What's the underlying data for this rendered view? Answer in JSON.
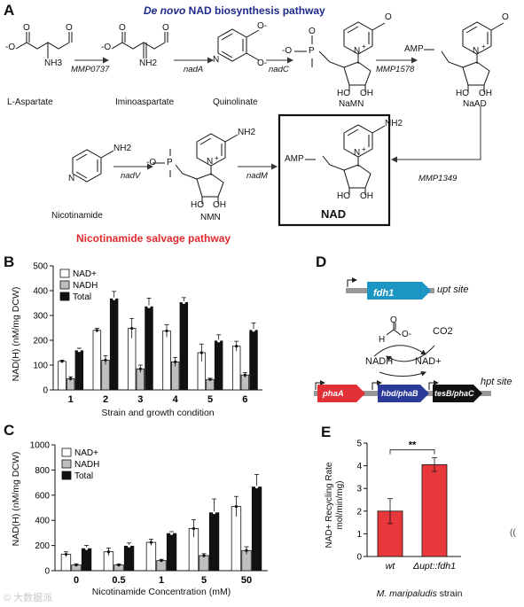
{
  "panel_a": {
    "label": "A",
    "title_italic": "De novo",
    "title_rest": " NAD biosynthesis pathway",
    "salvage_title": "Nicotinamide salvage pathway",
    "compounds": [
      "L-Aspartate",
      "Iminoaspartate",
      "Quinolinate",
      "NaMN",
      "NaAD",
      "Nicotinamide",
      "NMN",
      "NAD"
    ],
    "enzymes": [
      "MMP0737",
      "nadA",
      "nadC",
      "MMP1578",
      "MMP1349",
      "nadV",
      "nadM"
    ],
    "atoms": {
      "o_minus": "-O",
      "o": "O",
      "nh3": "NH3",
      "nh2": "NH2",
      "n": "N",
      "p": "P",
      "o_minus_r": "O-",
      "oh": "OH",
      "ho": "HO",
      "amp": "AMP",
      "plus": "+",
      "plus_sign": "+"
    }
  },
  "panel_b": {
    "label": "B",
    "y_label": "NAD(H) (nM/mg DCW)",
    "x_label": "Strain and growth condition",
    "legend": [
      "NAD+",
      "NADH",
      "Total"
    ]
  },
  "panel_c": {
    "label": "C",
    "y_label": "NAD(H) (nM/mg DCW)",
    "x_label": "Nicotinamide Concentration (mM)",
    "legend": [
      "NAD+",
      "NADH",
      "Total"
    ]
  },
  "panel_d": {
    "label": "D",
    "genes": [
      "fdh1",
      "phaA",
      "hbd/phaB",
      "tesB/phaC"
    ],
    "sites": [
      "upt site",
      "hpt site"
    ],
    "species": [
      "NADH",
      "NAD+",
      "CO2"
    ],
    "formate": {
      "h": "H",
      "o": "O",
      "o_minus": "O-"
    }
  },
  "panel_e": {
    "label": "E",
    "y_label_line1": "NAD+ Recycling Rate",
    "y_label_line2": "mol/min/mg)",
    "x_label_italic": "M. maripaludis",
    "x_label_rest": " strain",
    "significance": "**",
    "side_mark": "(("
  },
  "watermark": "© 大数据派",
  "chart_data": [
    {
      "type": "bar",
      "panel": "B",
      "categories": [
        "1",
        "2",
        "3",
        "4",
        "5",
        "6"
      ],
      "series": [
        {
          "name": "NAD+",
          "values": [
            115,
            240,
            248,
            238,
            150,
            176
          ]
        },
        {
          "name": "NADH",
          "values": [
            45,
            120,
            85,
            113,
            42,
            60
          ]
        },
        {
          "name": "Total",
          "values": [
            158,
            367,
            335,
            352,
            197,
            240
          ]
        }
      ],
      "errors": [
        [
          5,
          8,
          40,
          25,
          35,
          20
        ],
        [
          8,
          18,
          15,
          18,
          5,
          10
        ],
        [
          10,
          30,
          35,
          20,
          25,
          30
        ]
      ],
      "ylim": [
        0,
        500
      ],
      "yticks": [
        0,
        100,
        200,
        300,
        400,
        500
      ],
      "legend_position": "top-left"
    },
    {
      "type": "bar",
      "panel": "C",
      "categories": [
        "0",
        "0.5",
        "1",
        "5",
        "50"
      ],
      "series": [
        {
          "name": "NAD+",
          "values": [
            130,
            150,
            225,
            335,
            510
          ]
        },
        {
          "name": "NADH",
          "values": [
            45,
            45,
            80,
            120,
            160
          ]
        },
        {
          "name": "Total",
          "values": [
            175,
            195,
            295,
            460,
            665
          ]
        }
      ],
      "errors": [
        [
          20,
          30,
          25,
          70,
          80
        ],
        [
          10,
          8,
          10,
          15,
          30
        ],
        [
          25,
          25,
          15,
          110,
          100
        ]
      ],
      "ylim": [
        0,
        1000
      ],
      "yticks": [
        0,
        200,
        400,
        600,
        800,
        1000
      ],
      "legend_position": "top-left"
    },
    {
      "type": "bar",
      "panel": "E",
      "categories": [
        "wt",
        "Δupt::fdh1"
      ],
      "values": [
        2.0,
        4.05
      ],
      "errors": [
        0.55,
        0.3
      ],
      "ylim": [
        0,
        5
      ],
      "yticks": [
        0,
        1,
        2,
        3,
        4,
        5
      ],
      "color": "#e8383b"
    }
  ]
}
